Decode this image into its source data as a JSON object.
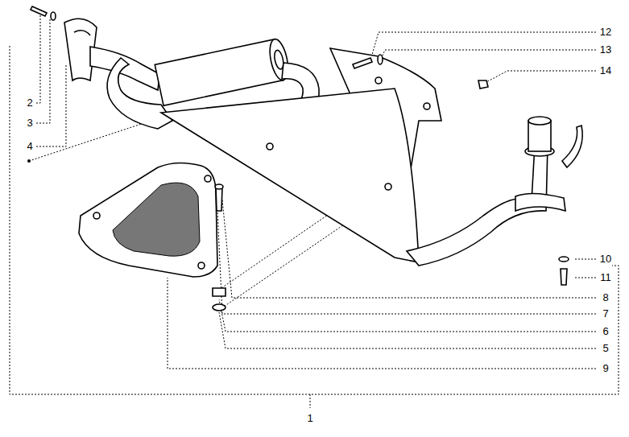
{
  "diagram": {
    "labels": [
      "2",
      "3",
      "4",
      "12",
      "13",
      "14",
      "10",
      "11",
      "8",
      "7",
      "6",
      "5",
      "9",
      "1"
    ]
  }
}
